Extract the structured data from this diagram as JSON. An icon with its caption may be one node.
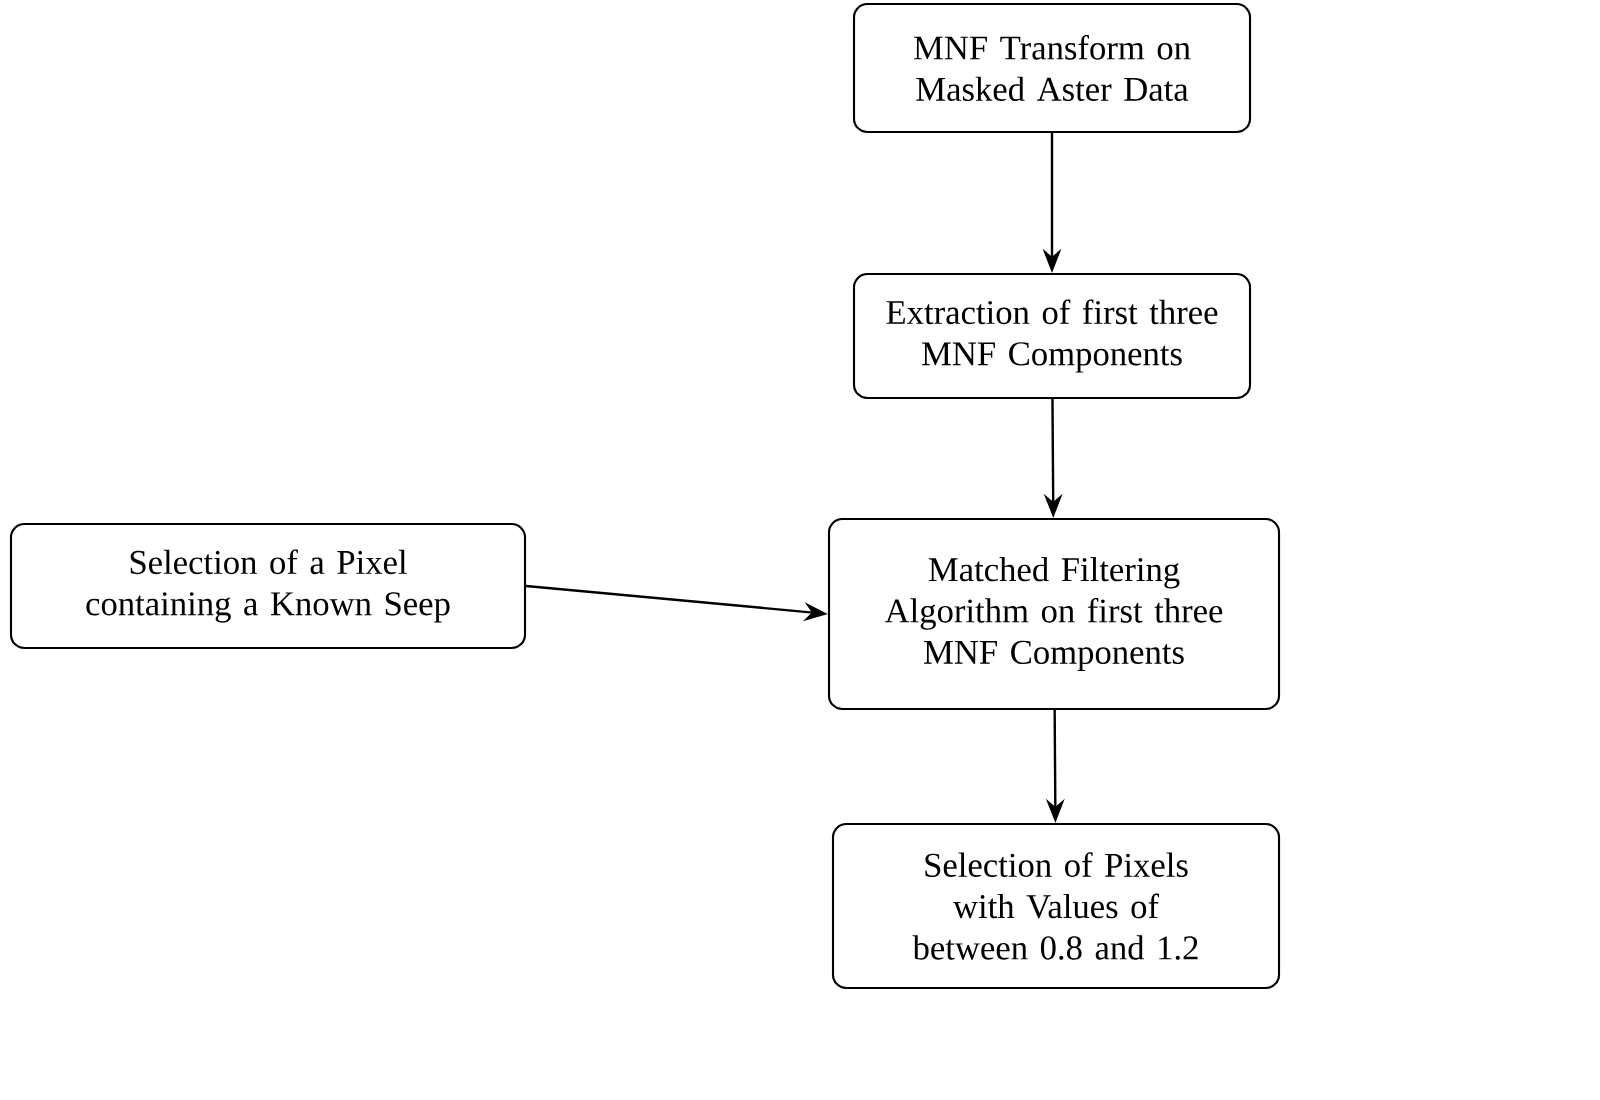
{
  "diagram": {
    "nodes": [
      {
        "text": [
          "MNF Transform on Masked Aster Data"
        ]
      },
      {
        "text": [
          "Extraction of first three MNF Components"
        ]
      },
      {
        "text": [
          "Matched Filtering Algorithm on first three MNF Components"
        ]
      },
      {
        "text": [
          "Selection of a Pixel containing a Known Seep"
        ]
      },
      {
        "text": [
          "Selection of Pixels with Values of between 0.8 and 1.2"
        ]
      }
    ],
    "edges": [
      {
        "from": 0,
        "to": 1,
        "arrow": "to"
      },
      {
        "from": 1,
        "to": 2,
        "arrow": "to"
      },
      {
        "from": 3,
        "to": 2,
        "arrow": "to"
      },
      {
        "from": 2,
        "to": 4,
        "arrow": "to"
      }
    ]
  }
}
